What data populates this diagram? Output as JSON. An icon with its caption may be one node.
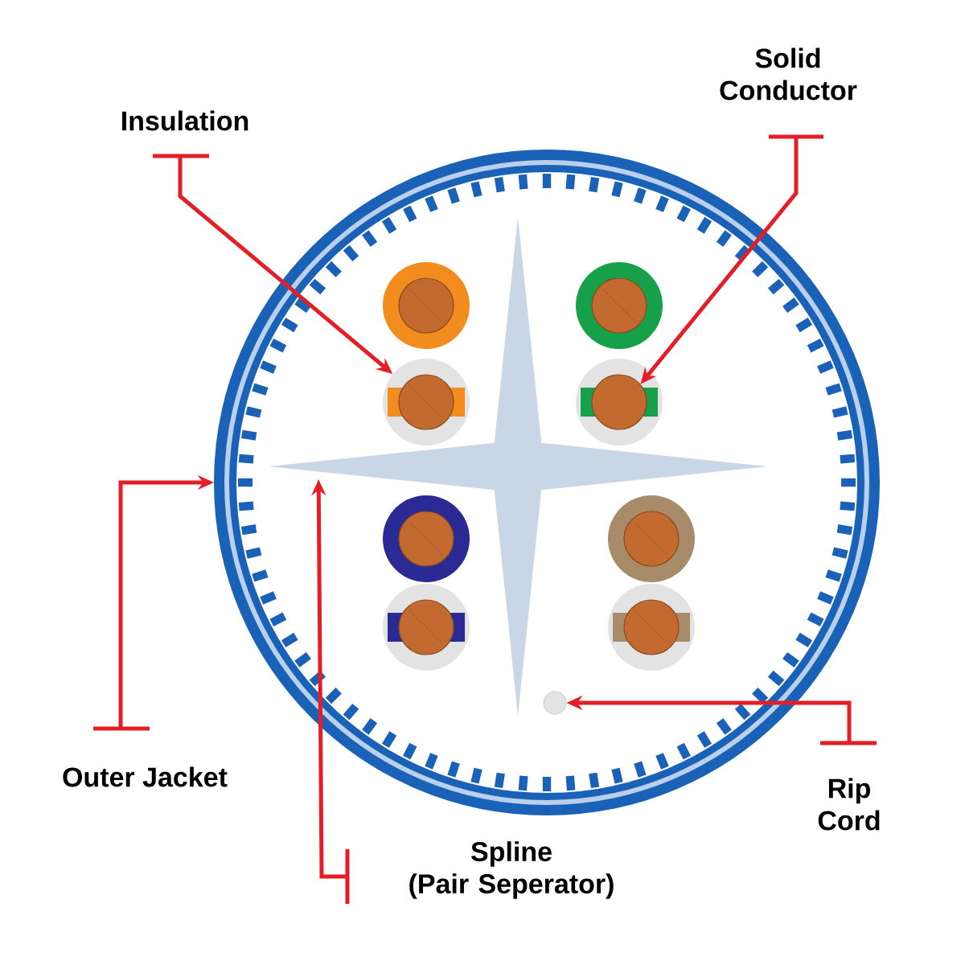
{
  "diagram": {
    "nodes": [
      {
        "text": [
          "Insulation"
        ]
      },
      {
        "text": [
          "Solid Conductor"
        ]
      },
      {
        "text": [
          "Outer Jacket"
        ]
      },
      {
        "text": [
          "Spline",
          "(Pair Seperator)"
        ]
      },
      {
        "text": [
          "Rip Cord"
        ]
      },
      {
        "text": [],
        "shape": "circle"
      },
      {
        "text": [],
        "shape": "circle",
        "in": 5
      },
      {
        "text": [],
        "shape": "circle",
        "in": 5
      },
      {
        "text": [],
        "shape": "star",
        "in": 5
      },
      {
        "text": [],
        "shape": "circle",
        "in": 5
      }
    ],
    "edges": [
      {
        "from": 0,
        "to": 6,
        "arrow": "to"
      },
      {
        "from": 1,
        "to": 7,
        "arrow": "to"
      },
      {
        "from": 2,
        "to": 5,
        "arrow": "to"
      },
      {
        "from": 3,
        "to": 8,
        "arrow": "to"
      },
      {
        "from": 4,
        "to": 9,
        "arrow": "to"
      }
    ]
  }
}
